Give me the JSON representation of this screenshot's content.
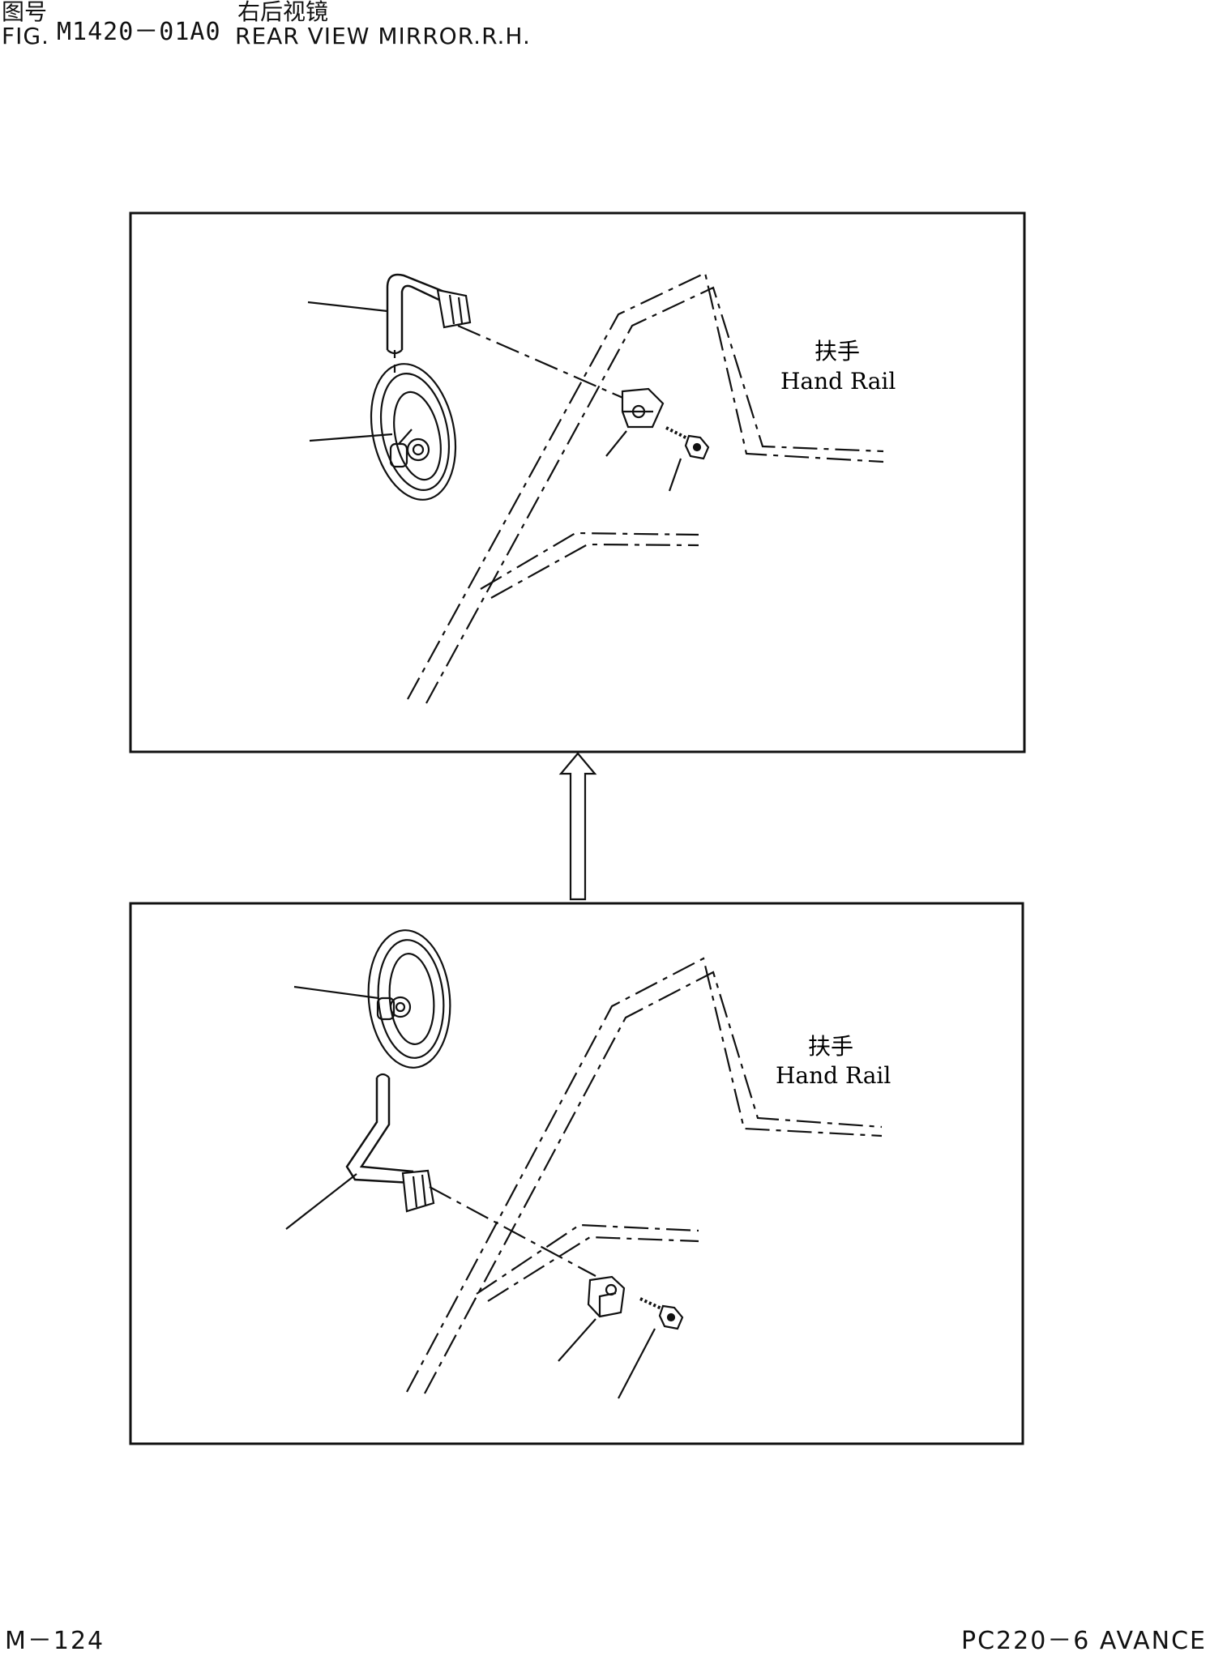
{
  "header": {
    "fig_label_cn": "图号",
    "fig_label_en": "FIG.",
    "fig_number": "M1420－01A0",
    "title_cn": "右后视镜",
    "title_en": "REAR VIEW MIRROR.R.H."
  },
  "panels": {
    "top": {
      "rail_label_cn": "扶手",
      "rail_label_en": "Hand Rail"
    },
    "bottom": {
      "rail_label_cn": "扶手",
      "rail_label_en": "Hand Rail"
    }
  },
  "footer": {
    "page_number": "M－124",
    "model": "PC220－6 AVANCE"
  }
}
